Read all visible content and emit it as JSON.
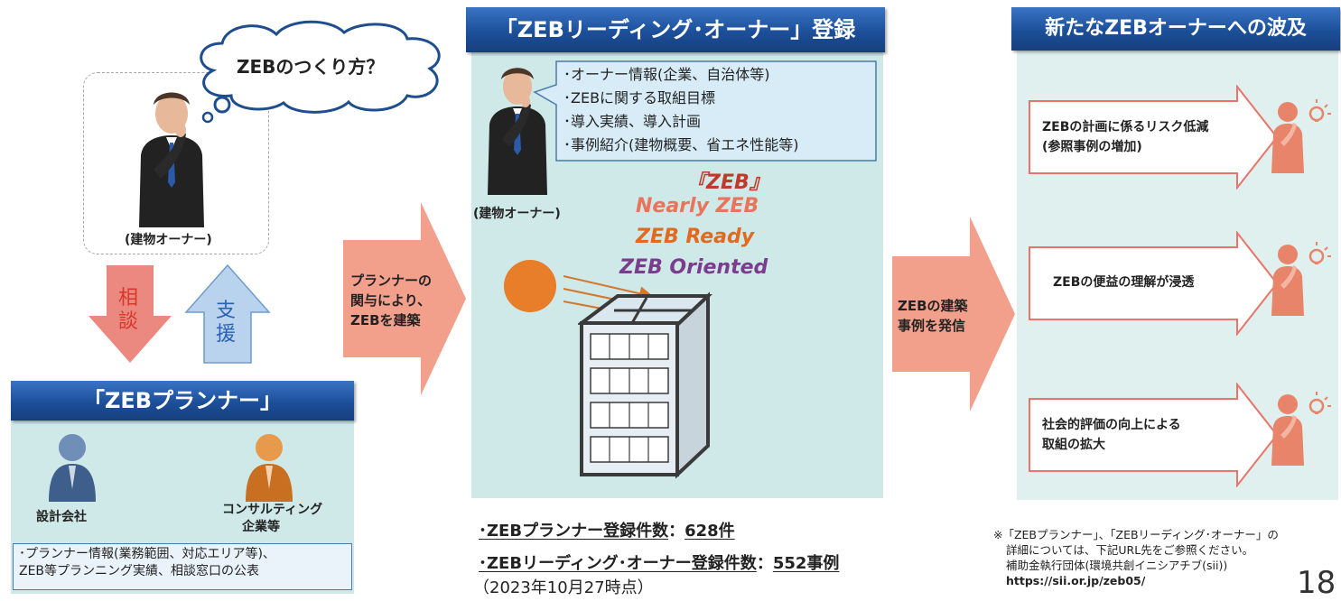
{
  "left": {
    "thought": "ZEBのつくり方？",
    "owner_label": "(建物オーナー)",
    "consult_text": "相談",
    "support_text": "支援",
    "planner_title": "「ZEBプランナー」",
    "design_firm": "設計会社",
    "consulting_line1": "コンサルティング",
    "consulting_line2": "企業等",
    "planner_info_line1": "･プランナー情報(業務範囲、対応エリア等)、",
    "planner_info_line2": "ZEB等プランニング実績、相談窓口の公表"
  },
  "arrow1": {
    "line1": "プランナーの",
    "line2": "関与により、",
    "line3": "ZEBを建築"
  },
  "center": {
    "title": "「ZEBリーディング･オーナー」登録",
    "bubble_items": [
      "･オーナー情報(企業、自治体等)",
      "･ZEBに関する取組目標",
      "･導入実績、導入計画",
      "･事例紹介(建物概要、省エネ性能等)"
    ],
    "owner_label": "(建物オーナー)",
    "zeb_levels": [
      "『ZEB』",
      "Nearly ZEB",
      "ZEB Ready",
      "ZEB Oriented"
    ],
    "stat1_label": "･ZEBプランナー登録件数",
    "stat1_sep": "：",
    "stat1_value": "628件",
    "stat2_label": "･ZEBリーディング･オーナー登録件数",
    "stat2_sep": "：",
    "stat2_value": "552事例",
    "date_note": "（2023年10月27時点）"
  },
  "arrow2": {
    "line1": "ZEBの建築",
    "line2": "事例を発信"
  },
  "right": {
    "title": "新たなZEBオーナーへの波及",
    "effects": [
      {
        "line1": "ZEBの計画に係るリスク低減",
        "line2": "(参照事例の増加)"
      },
      {
        "line1": "ZEBの便益の理解が浸透",
        "line2": ""
      },
      {
        "line1": "社会的評価の向上による",
        "line2": "取組の拡大"
      }
    ],
    "note_line1": "※「ZEBプランナー」、「ZEBリーディング･オーナー」の",
    "note_line2": "詳細については、下記URL先をご参照ください。",
    "note_line3": "補助金執行団体(環境共創イニシアチブ(sii))",
    "note_url": "https://sii.or.jp/zeb05/",
    "page_number": "18"
  },
  "colors": {
    "blue_header": "#1c4f9a",
    "teal_panel": "#cfe8e8",
    "salmon_arrow": "#f2a08c",
    "red_arrow": "#e8746a",
    "blue_arrow": "#b9d3ee",
    "zeb": "#c0392b",
    "nearly": "#e8745c",
    "ready": "#e06a1e",
    "oriented": "#7a3d8e",
    "sun": "#e87d2a"
  },
  "icons": [
    "thinking-man-icon",
    "thought-cloud-icon",
    "person-blue-icon",
    "person-orange-icon",
    "building-icon",
    "sun-icon",
    "lightbulb-person-icon"
  ]
}
